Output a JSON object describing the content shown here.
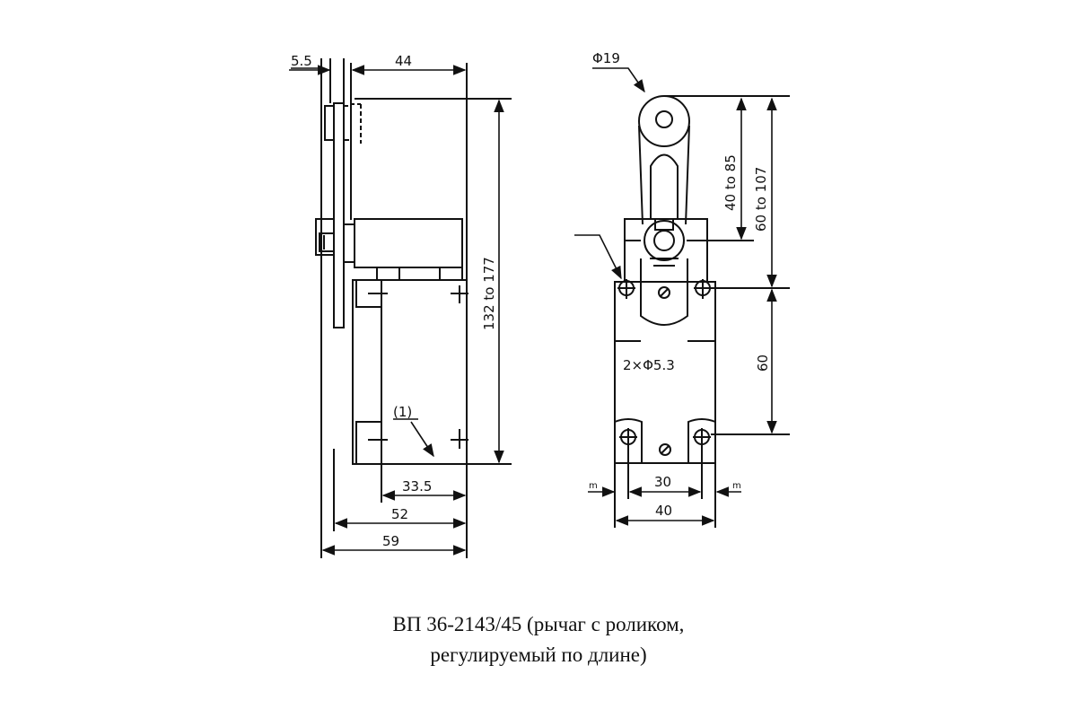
{
  "side_view": {
    "dim_top_small": "5.5",
    "dim_top_width": "44",
    "dim_height": "132 to 177",
    "callout": "(1)",
    "dim_33_5": "33.5",
    "dim_52": "52",
    "dim_59": "59"
  },
  "front_view": {
    "dim_roller": "Φ19",
    "dim_lever_40_85": "40 to 85",
    "dim_lever_60_107": "60 to 107",
    "dim_holes_note": "2×Φ5.3",
    "dim_60": "60",
    "dim_30": "30",
    "dim_40": "40",
    "dim_m_left": "m",
    "dim_m_right": "m"
  },
  "caption": {
    "line1": "ВП 36-2143/45 (рычаг с роликом,",
    "line2": "регулируемый по длине)"
  }
}
